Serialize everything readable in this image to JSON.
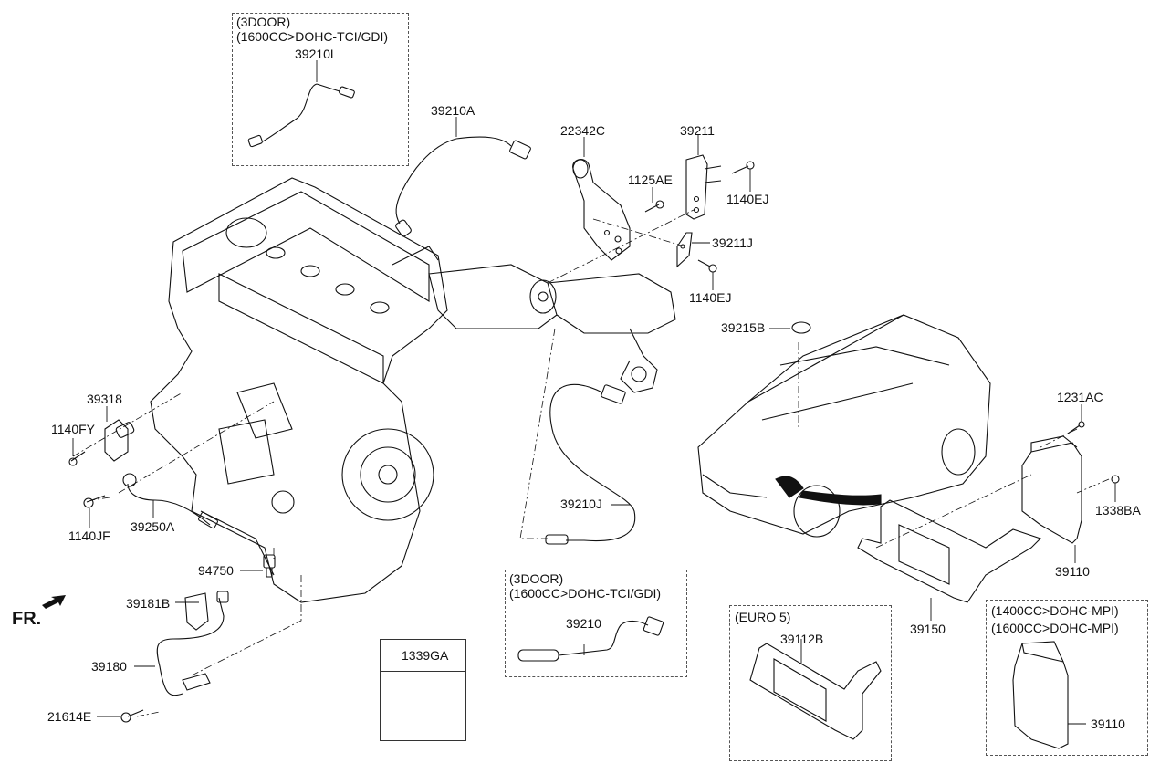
{
  "diagram": {
    "title": "Engine control / oxygen sensor parts diagram",
    "orientation_label": "FR.",
    "parts": {
      "p39210A": "39210A",
      "p22342C": "22342C",
      "p39211": "39211",
      "p1125AE": "1125AE",
      "p1140EJ_top": "1140EJ",
      "p39211J": "39211J",
      "p1140EJ_bottom": "1140EJ",
      "p39215B": "39215B",
      "p1231AC": "1231AC",
      "p1338BA": "1338BA",
      "p39110_main": "39110",
      "p39150": "39150",
      "p39210J": "39210J",
      "p39318": "39318",
      "p1140FY": "1140FY",
      "p1140JF": "1140JF",
      "p39250A": "39250A",
      "p94750": "94750",
      "p39181B": "39181B",
      "p39180": "39180",
      "p21614E": "21614E"
    },
    "boxes": {
      "top_variant": {
        "line1": "(3DOOR)",
        "line2": "(1600CC>DOHC-TCI/GDI)",
        "part": "39210L"
      },
      "mid_variant": {
        "line1": "(3DOOR)",
        "line2": "(1600CC>DOHC-TCI/GDI)",
        "part": "39210"
      },
      "euro5": {
        "line1": "(EURO 5)",
        "part": "39112B"
      },
      "mpi_variant": {
        "line1": "(1400CC>DOHC-MPI)",
        "line2": "(1600CC>DOHC-MPI)",
        "part": "39110"
      },
      "nut_box": {
        "part": "1339GA"
      }
    }
  }
}
